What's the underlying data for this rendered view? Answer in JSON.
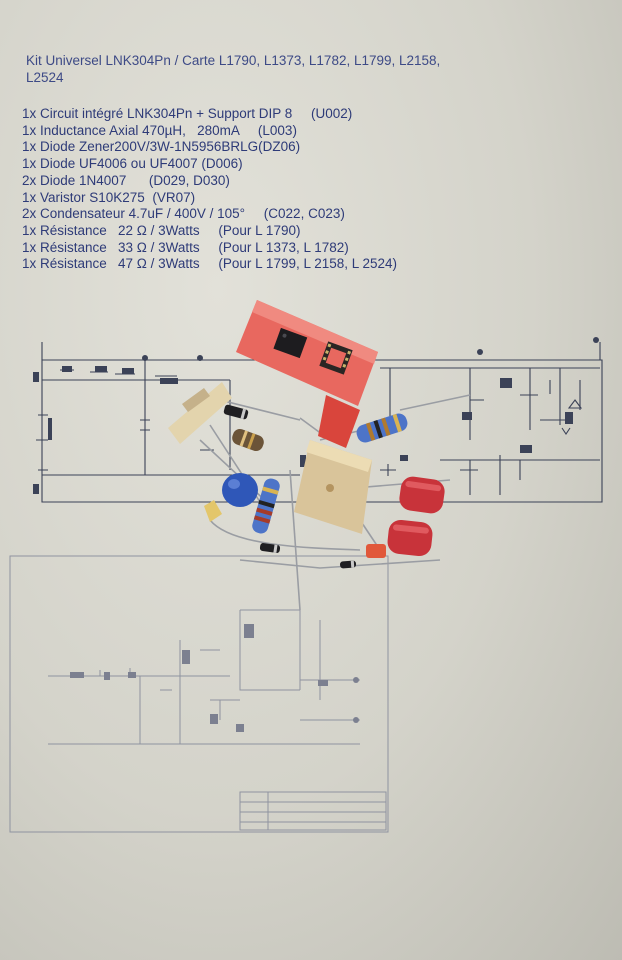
{
  "document": {
    "title_line1": "Kit Universel LNK304Pn / Carte L1790, L1373, L1782, L1799, L2158,",
    "title_line2": "L2524",
    "parts": [
      "1x Circuit intégré LNK304Pn + Support DIP 8     (U002)",
      "1x Inductance Axial 470µH,   280mA     (L003)",
      "1x Diode Zener200V/3W-1N5956BRLG(DZ06)",
      "1x Diode UF4006 ou UF4007 (D006)",
      "2x Diode 1N4007      (D029, D030)",
      "1x Varistor S10K275  (VR07)",
      "2x Condensateur 4.7uF / 400V / 105°     (C022, C023)",
      "1x Résistance   22 Ω / 3Watts     (Pour L 1790)",
      "1x Résistance   33 Ω / 3Watts     (Pour L 1373, L 1782)",
      "1x Résistance   47 Ω / 3Watts     (Pour L 1799, L 2158, L 2524)"
    ]
  },
  "colors": {
    "paper": "#d9d8cf",
    "text": "#2e3b78",
    "foam": "#e8685f",
    "capacitor": "#c8333a",
    "varistor": "#2f57b8",
    "resistor": "#4d74c8",
    "heatsink": "#d9c49a"
  }
}
